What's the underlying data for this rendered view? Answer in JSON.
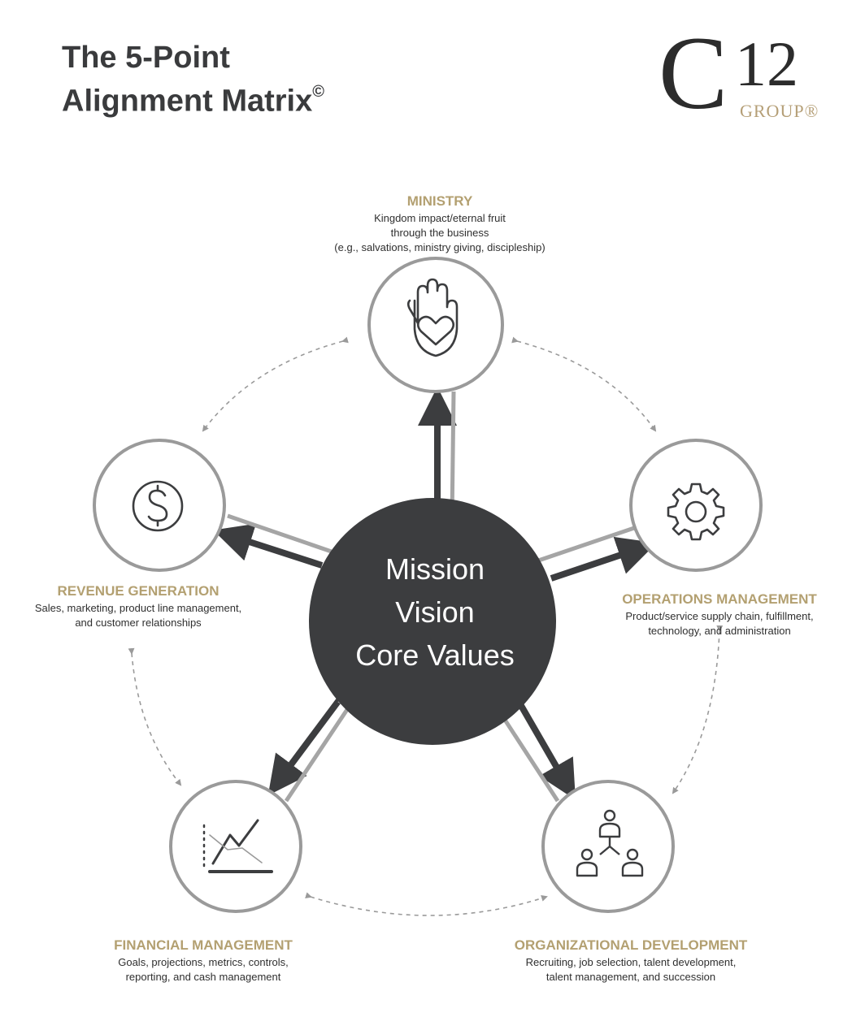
{
  "title": {
    "line1": "The 5-Point",
    "line2": "Alignment Matrix",
    "mark": "©"
  },
  "logo": {
    "c": "C",
    "number": "12",
    "group": "GROUP®"
  },
  "center": {
    "line1": "Mission",
    "line2": "Vision",
    "line3": "Core Values"
  },
  "nodes": {
    "ministry": {
      "heading": "MINISTRY",
      "line1": "Kingdom impact/eternal fruit",
      "line2": "through the business",
      "line3": "(e.g., salvations, ministry giving, discipleship)",
      "icon": "hand-heart-icon"
    },
    "revenue": {
      "heading": "REVENUE GENERATION",
      "line1": "Sales, marketing, product line management,",
      "line2": "and customer relationships",
      "icon": "dollar-icon"
    },
    "operations": {
      "heading": "OPERATIONS MANAGEMENT",
      "line1": "Product/service supply chain, fulfillment,",
      "line2": "technology, and administration",
      "icon": "gear-icon"
    },
    "financial": {
      "heading": "FINANCIAL MANAGEMENT",
      "line1": "Goals, projections, metrics, controls,",
      "line2": "reporting, and cash management",
      "icon": "chart-icon"
    },
    "organizational": {
      "heading": "ORGANIZATIONAL DEVELOPMENT",
      "line1": "Recruiting, job selection, talent development,",
      "line2": "talent management, and succession",
      "icon": "org-chart-icon"
    }
  },
  "colors": {
    "dark": "#3c3d3f",
    "gray_ring": "#9a9a9a",
    "gold": "#b3a071",
    "light_arrow": "#a5a5a5"
  }
}
